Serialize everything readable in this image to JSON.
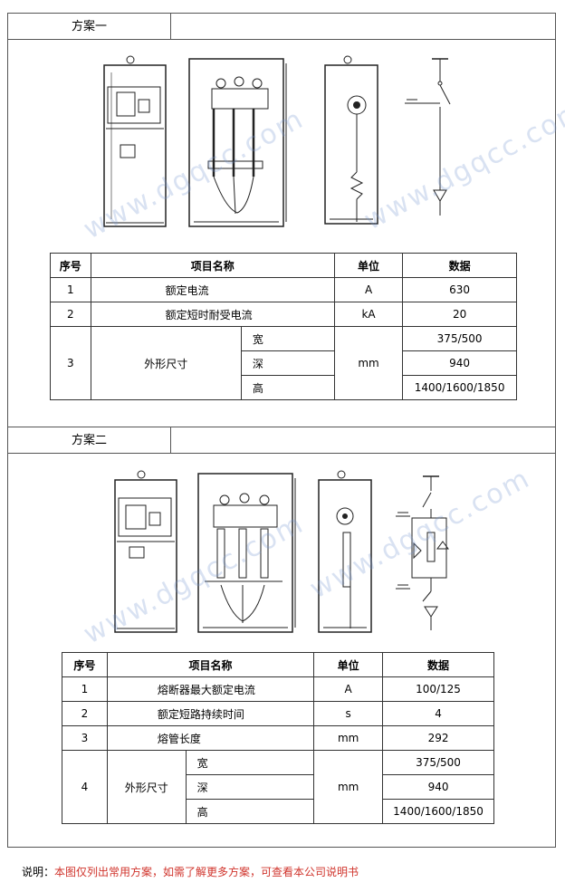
{
  "scheme1": {
    "title": "方案一",
    "table": {
      "headers": [
        "序号",
        "项目名称",
        "单位",
        "数据"
      ],
      "rows": [
        {
          "no": "1",
          "name": "额定电流",
          "unit": "A",
          "value": "630"
        },
        {
          "no": "2",
          "name": "额定短时耐受电流",
          "unit": "kA",
          "value": "20"
        }
      ],
      "dims": {
        "no": "3",
        "name": "外形尺寸",
        "unit": "mm",
        "items": [
          {
            "label": "宽",
            "value": "375/500"
          },
          {
            "label": "深",
            "value": "940"
          },
          {
            "label": "高",
            "value": "1400/1600/1850"
          }
        ]
      }
    }
  },
  "scheme2": {
    "title": "方案二",
    "table": {
      "headers": [
        "序号",
        "项目名称",
        "单位",
        "数据"
      ],
      "rows": [
        {
          "no": "1",
          "name": "熔断器最大额定电流",
          "unit": "A",
          "value": "100/125"
        },
        {
          "no": "2",
          "name": "额定短路持续时间",
          "unit": "s",
          "value": "4"
        },
        {
          "no": "3",
          "name": "熔管长度",
          "unit": "mm",
          "value": "292"
        }
      ],
      "dims": {
        "no": "4",
        "name": "外形尺寸",
        "unit": "mm",
        "items": [
          {
            "label": "宽",
            "value": "375/500"
          },
          {
            "label": "深",
            "value": "940"
          },
          {
            "label": "高",
            "value": "1400/1600/1850"
          }
        ]
      }
    }
  },
  "watermark": "www.dgqcc.com",
  "footer": {
    "label": "说明：",
    "text": "本图仅列出常用方案，如需了解更多方案，可查看本公司说明书",
    "text_color": "#d0342c"
  }
}
